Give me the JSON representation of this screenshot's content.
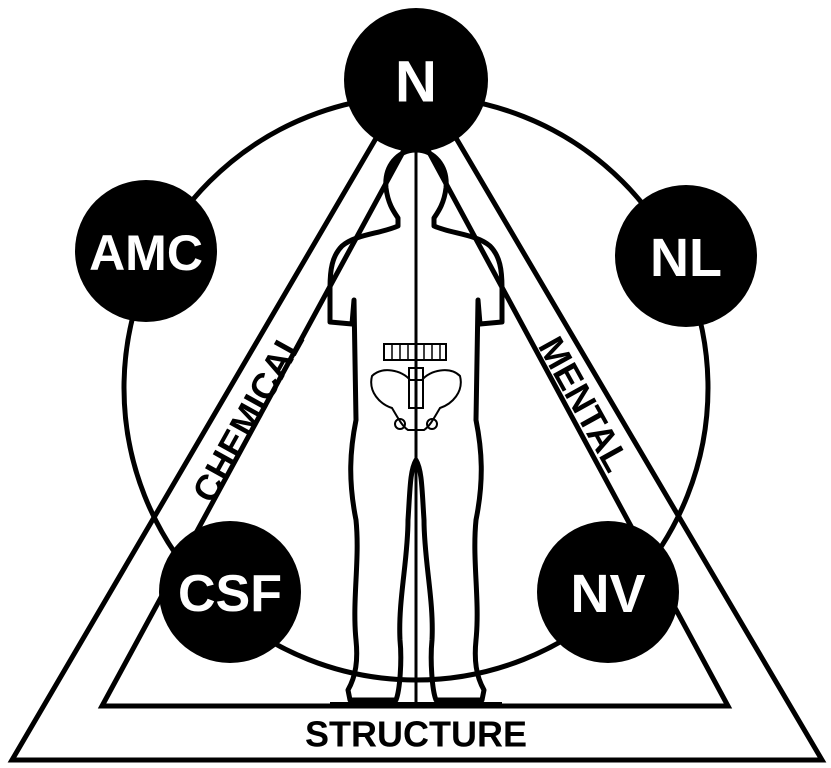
{
  "colors": {
    "ink": "#000000",
    "paper": "#ffffff"
  },
  "nodes": {
    "top": "N",
    "upper_left": "AMC",
    "upper_right": "NL",
    "lower_left": "CSF",
    "lower_right": "NV"
  },
  "sides": {
    "left": "CHEMICAL",
    "right": "MENTAL",
    "bottom": "STRUCTURE"
  }
}
